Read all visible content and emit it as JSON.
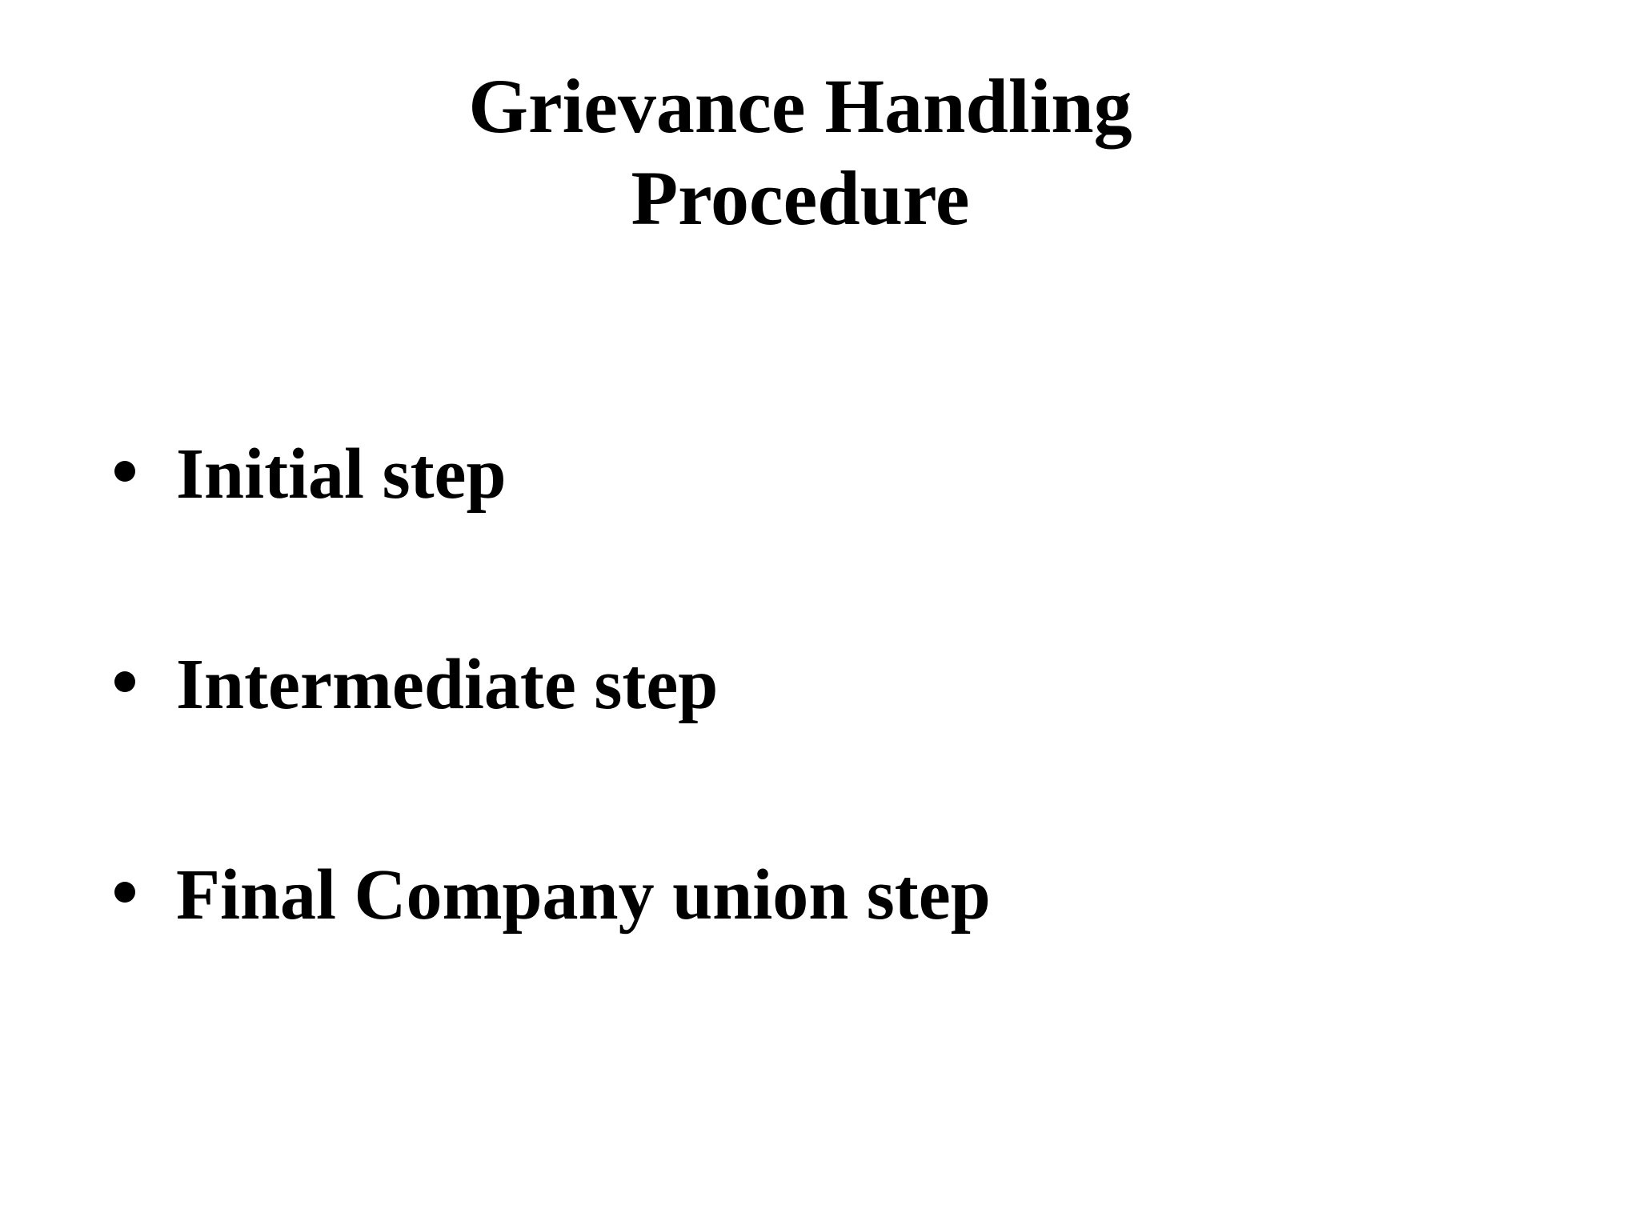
{
  "slide": {
    "title": {
      "line1": "Grievance Handling",
      "line2": "Procedure"
    },
    "bullets": [
      {
        "label": "Initial step"
      },
      {
        "label": "Intermediate step"
      },
      {
        "label": "Final Company union step"
      }
    ],
    "colors": {
      "background": "#ffffff",
      "text": "#000000"
    }
  }
}
